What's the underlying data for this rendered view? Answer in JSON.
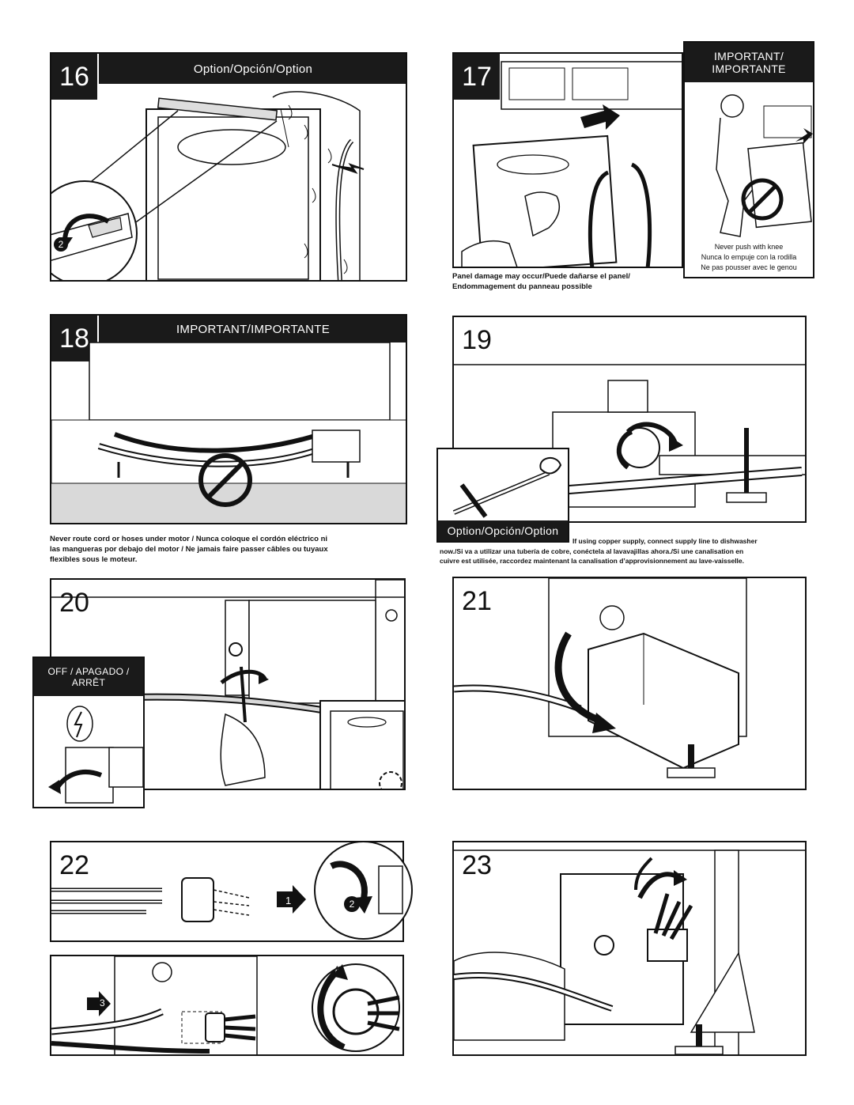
{
  "steps": {
    "s16": {
      "number": "16",
      "banner": "Option/Opción/Option",
      "callout": "2"
    },
    "s17": {
      "number": "17",
      "important_line1": "IMPORTANT/",
      "important_line2": "IMPORTANTE",
      "knee_en": "Never push with knee",
      "knee_es": "Nunca lo empuje con la rodilla",
      "knee_fr": "Ne pas pousser avec le genou",
      "caption_line1": "Panel damage may occur/Puede dañarse el panel/",
      "caption_line2": "Endommagement du panneau possible"
    },
    "s18": {
      "number": "18",
      "banner": "IMPORTANT/IMPORTANTE",
      "caption_line1": "Never route cord or hoses under motor / Nunca  coloque el cordón eléctrico ni",
      "caption_line2": "las mangueras por debajo del motor / Ne jamais faire passer câbles ou tuyaux",
      "caption_line3": "flexibles sous le moteur."
    },
    "s19": {
      "number": "19",
      "option_label": "Option/Opción/Option",
      "caption_line1": "If using copper supply, connect supply line to dishwasher",
      "caption_line2": "now./Si va a utilizar una tubería de cobre, conéctela al lavavajillas ahora./Si une canalisation en",
      "caption_line3": "cuivre est utilisée, raccordez maintenant la canalisation d’approvisionnement au lave-vaisselle."
    },
    "s20": {
      "number": "20",
      "off_line1": "OFF / APAGADO /",
      "off_line2": "ARRÊT"
    },
    "s21": {
      "number": "21"
    },
    "s22": {
      "number": "22",
      "callout1": "1",
      "callout2": "2",
      "callout3": "3",
      "callout4": "4"
    },
    "s23": {
      "number": "23"
    }
  },
  "icons": [
    "no-symbol-icon",
    "lightning-icon",
    "arrow-icon",
    "rotate-arrow-icon"
  ],
  "colors": {
    "ink": "#111111",
    "banner": "#1a1a1a",
    "paper": "#ffffff",
    "shade": "#d9d9d9"
  }
}
